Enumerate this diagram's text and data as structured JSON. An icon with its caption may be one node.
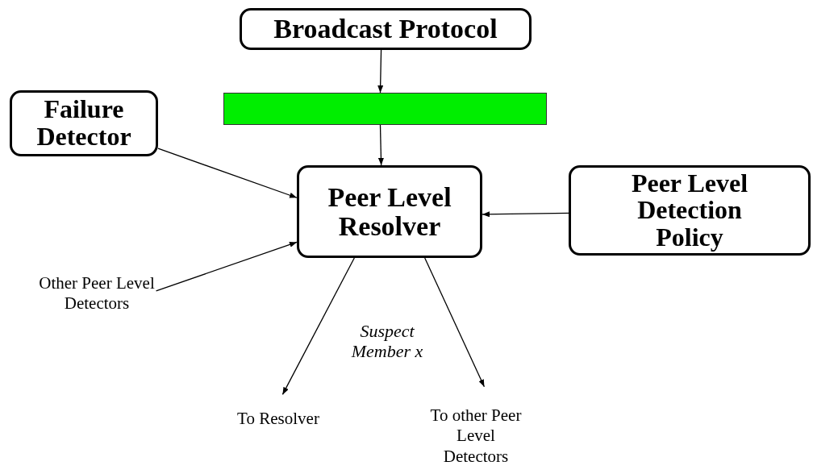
{
  "diagram": {
    "nodes": [
      {
        "text": [
          "Broadcast Protocol"
        ]
      },
      {
        "text": [],
        "shape": "bar"
      },
      {
        "text": [
          "Failure Detector"
        ]
      },
      {
        "text": [
          "Peer Level Resolver"
        ]
      },
      {
        "text": [
          "Peer Level Detection Policy"
        ]
      },
      {
        "text": [
          "Other Peer Level Detectors"
        ]
      },
      {
        "text": [
          "To Resolver"
        ]
      },
      {
        "text": [
          "To other Peer Level Detectors"
        ]
      }
    ],
    "edges": [
      {
        "from": 0,
        "to": 1,
        "arrow": "to"
      },
      {
        "from": 1,
        "to": 3,
        "arrow": "to"
      },
      {
        "from": 2,
        "to": 3,
        "arrow": "to"
      },
      {
        "from": 4,
        "to": 3,
        "arrow": "to"
      },
      {
        "from": 5,
        "to": 3,
        "arrow": "to"
      },
      {
        "from": 3,
        "to": 6,
        "arrow": "to"
      },
      {
        "from": 3,
        "to": 7,
        "arrow": "to"
      }
    ],
    "labels": [
      "Suspect Member x"
    ]
  }
}
